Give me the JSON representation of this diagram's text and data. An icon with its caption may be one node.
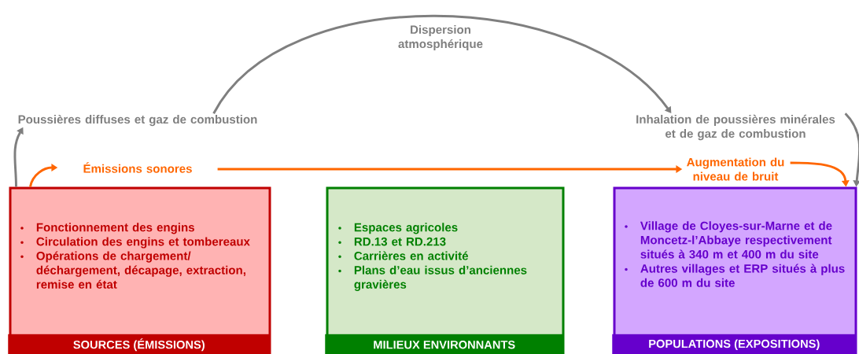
{
  "diagram": {
    "nodes": [
      {
        "text": [
          "Fonctionnement des engins",
          "Circulation des engins et tombereaux",
          "Opérations de chargement/ déchargement, décapage, extraction, remise en état",
          "SOURCES (ÉMISSIONS)"
        ]
      },
      {
        "text": [
          "Espaces agricoles",
          "RD.13 et RD.213",
          "Carrières en activité",
          "Plans d’eau issus d’anciennes gravières",
          "MILIEUX ENVIRONNANTS"
        ]
      },
      {
        "text": [
          "Village de Cloyes-sur-Marne et de Moncetz-l’Abbaye respectivement situés à 340 m et 400 m du site",
          "Autres villages et ERP situés à plus de 600 m du site",
          "POPULATIONS (EXPOSITIONS)"
        ]
      },
      {
        "text": [
          "Poussières diffuses et gaz de combustion"
        ]
      },
      {
        "text": [
          "Inhalation de poussières minérales et de gaz de combustion"
        ]
      },
      {
        "text": [
          "Émissions sonores"
        ]
      },
      {
        "text": [
          "Augmentation du niveau de bruit"
        ]
      }
    ],
    "edges": [
      {
        "from": 0,
        "to": 3,
        "arrow": "to"
      },
      {
        "from": 3,
        "to": 4,
        "arrow": "to",
        "label": "Dispersion atmosphérique"
      },
      {
        "from": 4,
        "to": 2,
        "arrow": "to"
      },
      {
        "from": 0,
        "to": 5,
        "arrow": "to",
        "color": "#ff6600"
      },
      {
        "from": 5,
        "to": 6,
        "arrow": "to",
        "color": "#ff6600"
      },
      {
        "from": 6,
        "to": 2,
        "arrow": "to",
        "color": "#ff6600"
      }
    ]
  }
}
